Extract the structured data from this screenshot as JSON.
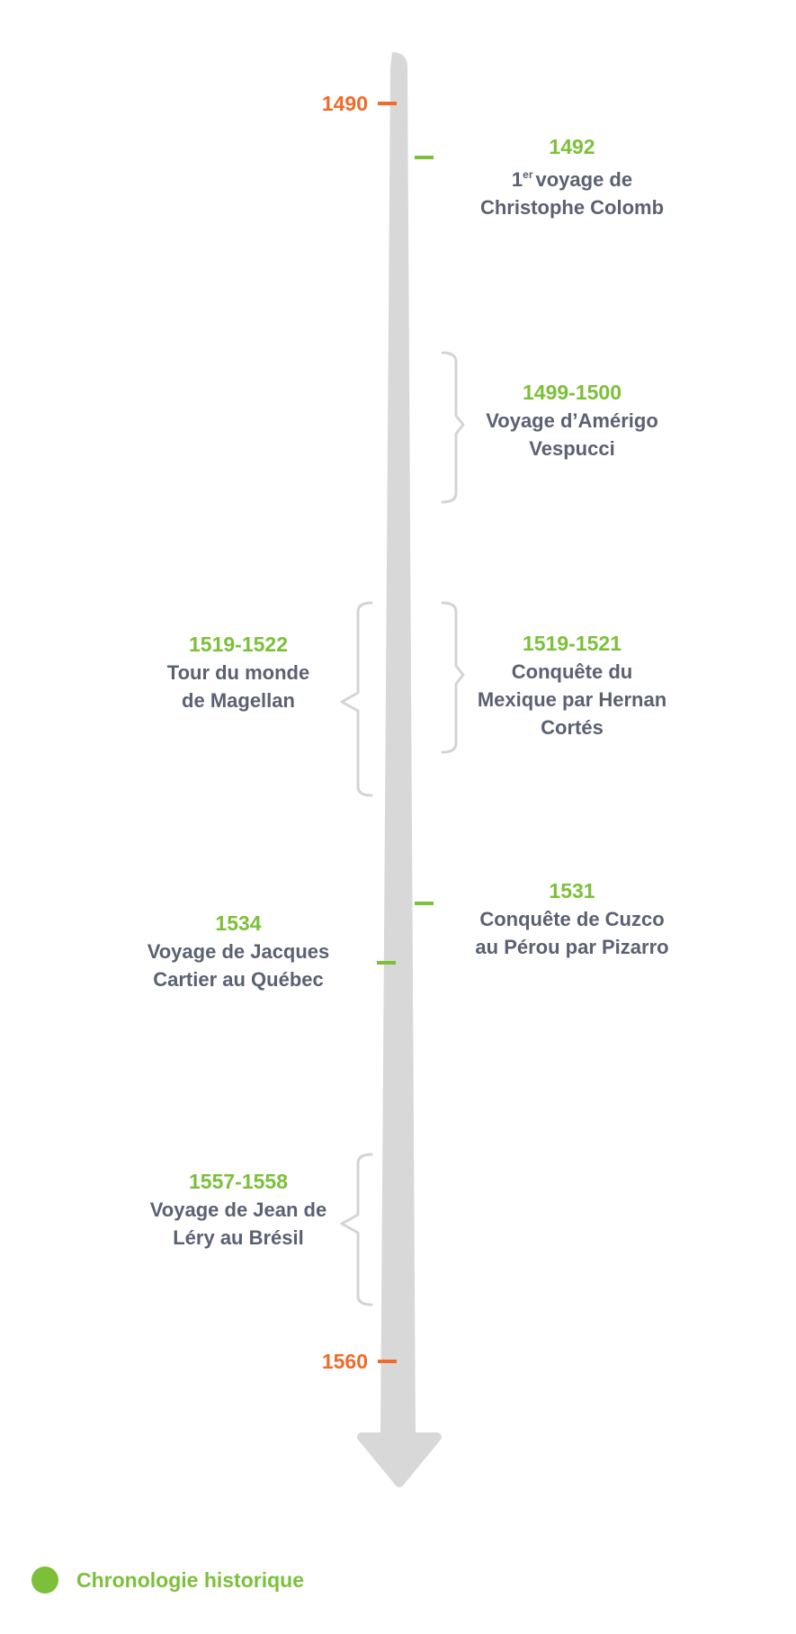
{
  "colors": {
    "axis": "#d8d8d8",
    "period_end": "#f06a2a",
    "event_date": "#7cc03a",
    "event_text": "#5a6172",
    "bracket": "#d4d4d4"
  },
  "periods": [
    {
      "year": "1490"
    },
    {
      "year": "1560"
    }
  ],
  "events": [
    {
      "date": "1492",
      "pre_sup": "1",
      "sup": "er",
      "line1": "voyage de",
      "line2": "Christophe Colomb"
    },
    {
      "date": "1499-1500",
      "line1": "Voyage d’Amérigo",
      "line2": "Vespucci"
    },
    {
      "date": "1519-1522",
      "line1": "Tour du monde",
      "line2": "de Magellan"
    },
    {
      "date": "1519-1521",
      "line1": "Conquête du",
      "line2": "Mexique par Hernan",
      "line3": "Cortés"
    },
    {
      "date": "1531",
      "line1": "Conquête de Cuzco",
      "line2": "au Pérou par Pizarro"
    },
    {
      "date": "1534",
      "line1": "Voyage de Jacques",
      "line2": "Cartier au Québec"
    },
    {
      "date": "1557-1558",
      "line1": "Voyage de Jean de",
      "line2": "Léry au Brésil"
    }
  ],
  "legend": {
    "label": "Chronologie historique"
  }
}
